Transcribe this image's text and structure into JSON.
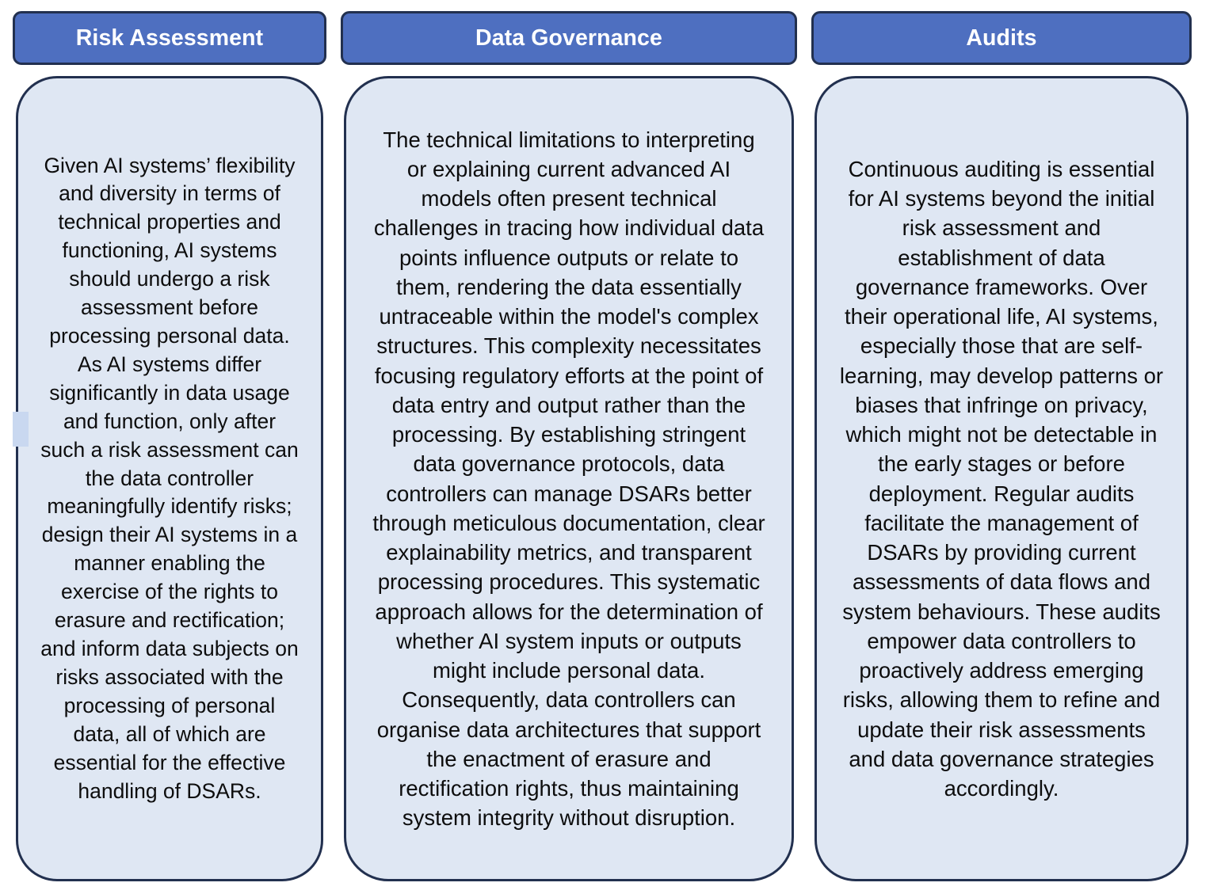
{
  "diagram": {
    "type": "three-column-panel",
    "colors": {
      "header_fill": "#4E6FC0",
      "header_text": "#FFFFFF",
      "border": "#22304F",
      "body_fill": "#DFE7F3",
      "body_text": "#0D0D0D",
      "artifact": "#C9D8F0"
    },
    "columns": [
      {
        "id": "risk-assessment",
        "header": "Risk Assessment",
        "body": "Given AI systems’ flexibility and diversity in terms of technical properties and functioning, AI systems should undergo a risk assessment before processing personal data. As AI systems differ significantly in data usage and function, only after such a risk assessment can the data controller meaningfully identify risks; design their AI systems in a manner enabling the exercise of the rights to erasure and rectification; and inform data subjects on risks associated with the processing of personal data, all of which are essential for the effective handling of DSARs."
      },
      {
        "id": "data-governance",
        "header": "Data Governance",
        "body": "The technical limitations to interpreting or explaining current advanced AI models often present technical challenges in tracing how individual data points influence outputs or relate to them, rendering the data essentially untraceable within the model's complex structures. This complexity necessitates focusing regulatory efforts at the point of data entry and output rather than the processing. By establishing stringent data governance protocols, data controllers can manage DSARs better through meticulous documentation, clear explainability metrics, and transparent processing procedures. This systematic approach allows for the determination of whether AI system inputs or outputs might include personal data. Consequently, data controllers can organise data architectures that support the enactment of erasure and rectification rights, thus maintaining system integrity without disruption."
      },
      {
        "id": "audits",
        "header": "Audits",
        "body": "Continuous auditing is essential for AI systems beyond the initial risk assessment and establishment of data governance frameworks. Over their operational life, AI systems, especially those that are self-learning, may develop patterns or biases that infringe on privacy, which might not be detectable in the early stages or before deployment. Regular audits facilitate the management of DSARs by providing current assessments of data flows and system behaviours. These audits empower data controllers to proactively address emerging risks, allowing them to refine and update their risk assessments and data governance strategies accordingly."
      }
    ]
  }
}
